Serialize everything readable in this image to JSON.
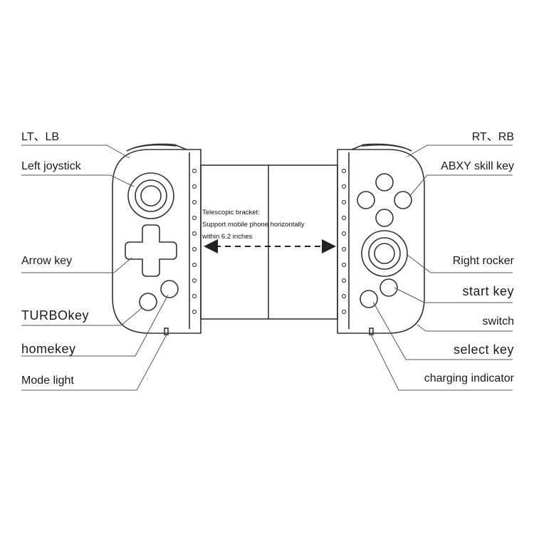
{
  "labels": {
    "lt_lb": "LT、LB",
    "left_joystick": "Left joystick",
    "arrow_key": "Arrow key",
    "turbo_key": "TURBOkey",
    "home_key": "homekey",
    "mode_light": "Mode light",
    "rt_rb": "RT、RB",
    "abxy_skill_key": "ABXY skill key",
    "right_rocker": "Right rocker",
    "start_key": "start key",
    "switch": "switch",
    "select_key": "select key",
    "charging_indicator": "charging indicator"
  },
  "bracket_note": {
    "line1": "Telescopic bracket:",
    "line2": "Support mobile phone horizontally",
    "line3": "within 6.2 inches"
  },
  "colors": {
    "stroke": "#333333",
    "leader": "#555555",
    "text": "#1a1a1a"
  }
}
